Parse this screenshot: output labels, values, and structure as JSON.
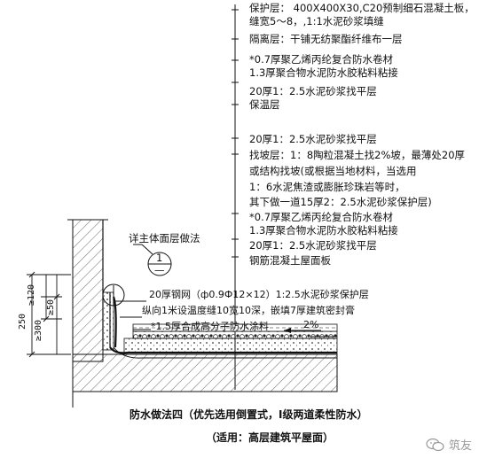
{
  "layers": [
    "保护层：  400X400X30,C20预制细石混凝土板，",
    "缝宽5～8，,1:1水泥砂浆填缝",
    "隔离层：干铺无纺聚酯纤维布一层",
    "*0.7厚聚乙烯丙纶复合防水卷材",
    " 1.3厚聚合物水泥防水胶粘料粘接",
    "20厚1：2.5水泥砂浆找平层",
    "保温层",
    "20厚1：2.5水泥砂浆找平层",
    "找坡层：1：8陶粒混凝土找2%坡，最薄处20厚",
    "或结构找坡(或根据当地材料，当选用",
    "  1：6水泥焦渣或膨胀珍珠岩等时，",
    "  其下做一道15厚2：2.5水泥砂浆保护层)",
    "*0.7厚聚乙烯丙纶复合防水卷材",
    " 1.3厚聚合物水泥防水胶粘料粘接",
    "20厚1：2.5水泥砂浆找平层",
    "钢筋混凝土屋面板"
  ],
  "detail_ref": {
    "label": "详主体面层做法",
    "number": "1",
    "bottom": "—"
  },
  "callouts": [
    "20厚钢网（ф0.9Ф12×12）1:2.5水泥砂浆保护层",
    "纵向1米设温度缝10宽10深，嵌填7厚建筑密封膏",
    "*1.5厚合成高分子防水涂料"
  ],
  "slope": "2%",
  "dimensions": [
    "250",
    "≥300",
    "≥50",
    "≥120"
  ],
  "title": "防水做法四（优先选用倒置式，I级两道柔性防水）",
  "subtitle": "（适用：高层建筑平屋面）",
  "watermark": "筑友"
}
